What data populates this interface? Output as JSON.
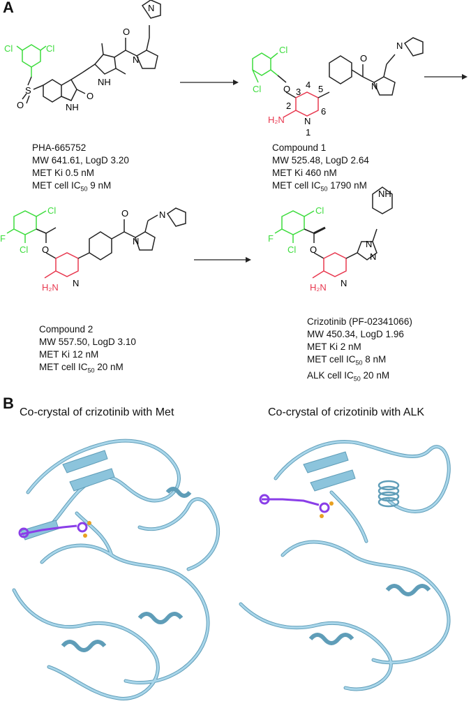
{
  "panel_a": {
    "letter": "A",
    "compounds": [
      {
        "name": "PHA-665752",
        "lines": [
          "MW 641.61, LogD 3.20",
          "MET Ki 0.5 nM"
        ],
        "cell_prefix": "MET cell IC",
        "cell_sub": "50",
        "cell_value": " 9 nM"
      },
      {
        "name": "Compound 1",
        "lines": [
          "MW 525.48, LogD 2.64",
          "MET Ki 460 nM"
        ],
        "cell_prefix": "MET cell IC",
        "cell_sub": "50",
        "cell_value": " 1790 nM"
      },
      {
        "name": "Compound 2",
        "lines": [
          "MW 557.50, LogD 3.10",
          "MET Ki 12 nM"
        ],
        "cell_prefix": "MET cell IC",
        "cell_sub": "50",
        "cell_value": " 20 nM"
      },
      {
        "name": "Crizotinib (PF-02341066)",
        "lines": [
          "MW 450.34, LogD 1.96",
          "MET Ki 2 nM"
        ],
        "cell_prefix": "MET cell IC",
        "cell_sub": "50",
        "cell_value": " 8 nM",
        "alk_prefix": "ALK cell IC",
        "alk_sub": "50",
        "alk_value": " 20 nM"
      }
    ],
    "atom_labels": {
      "cl": "Cl",
      "s": "S",
      "o": "O",
      "nh": "NH",
      "hn": "H",
      "n": "N",
      "f": "F",
      "h2n": "H₂N",
      "ring_numbers": [
        "1",
        "2",
        "3",
        "4",
        "5",
        "6"
      ]
    },
    "colors": {
      "aryl": "#3ddc3d",
      "pyridine": "#e8384f",
      "bond": "#222222"
    }
  },
  "panel_b": {
    "letter": "B",
    "titles": [
      "Co-crystal of crizotinib with Met",
      "Co-crystal of crizotinib with ALK"
    ],
    "colors": {
      "ribbon": "#a9d6ea",
      "ribbon_edge": "#5f9db8",
      "ligand": "#8a3ee8",
      "ligand_cl": "#e8a020"
    }
  }
}
